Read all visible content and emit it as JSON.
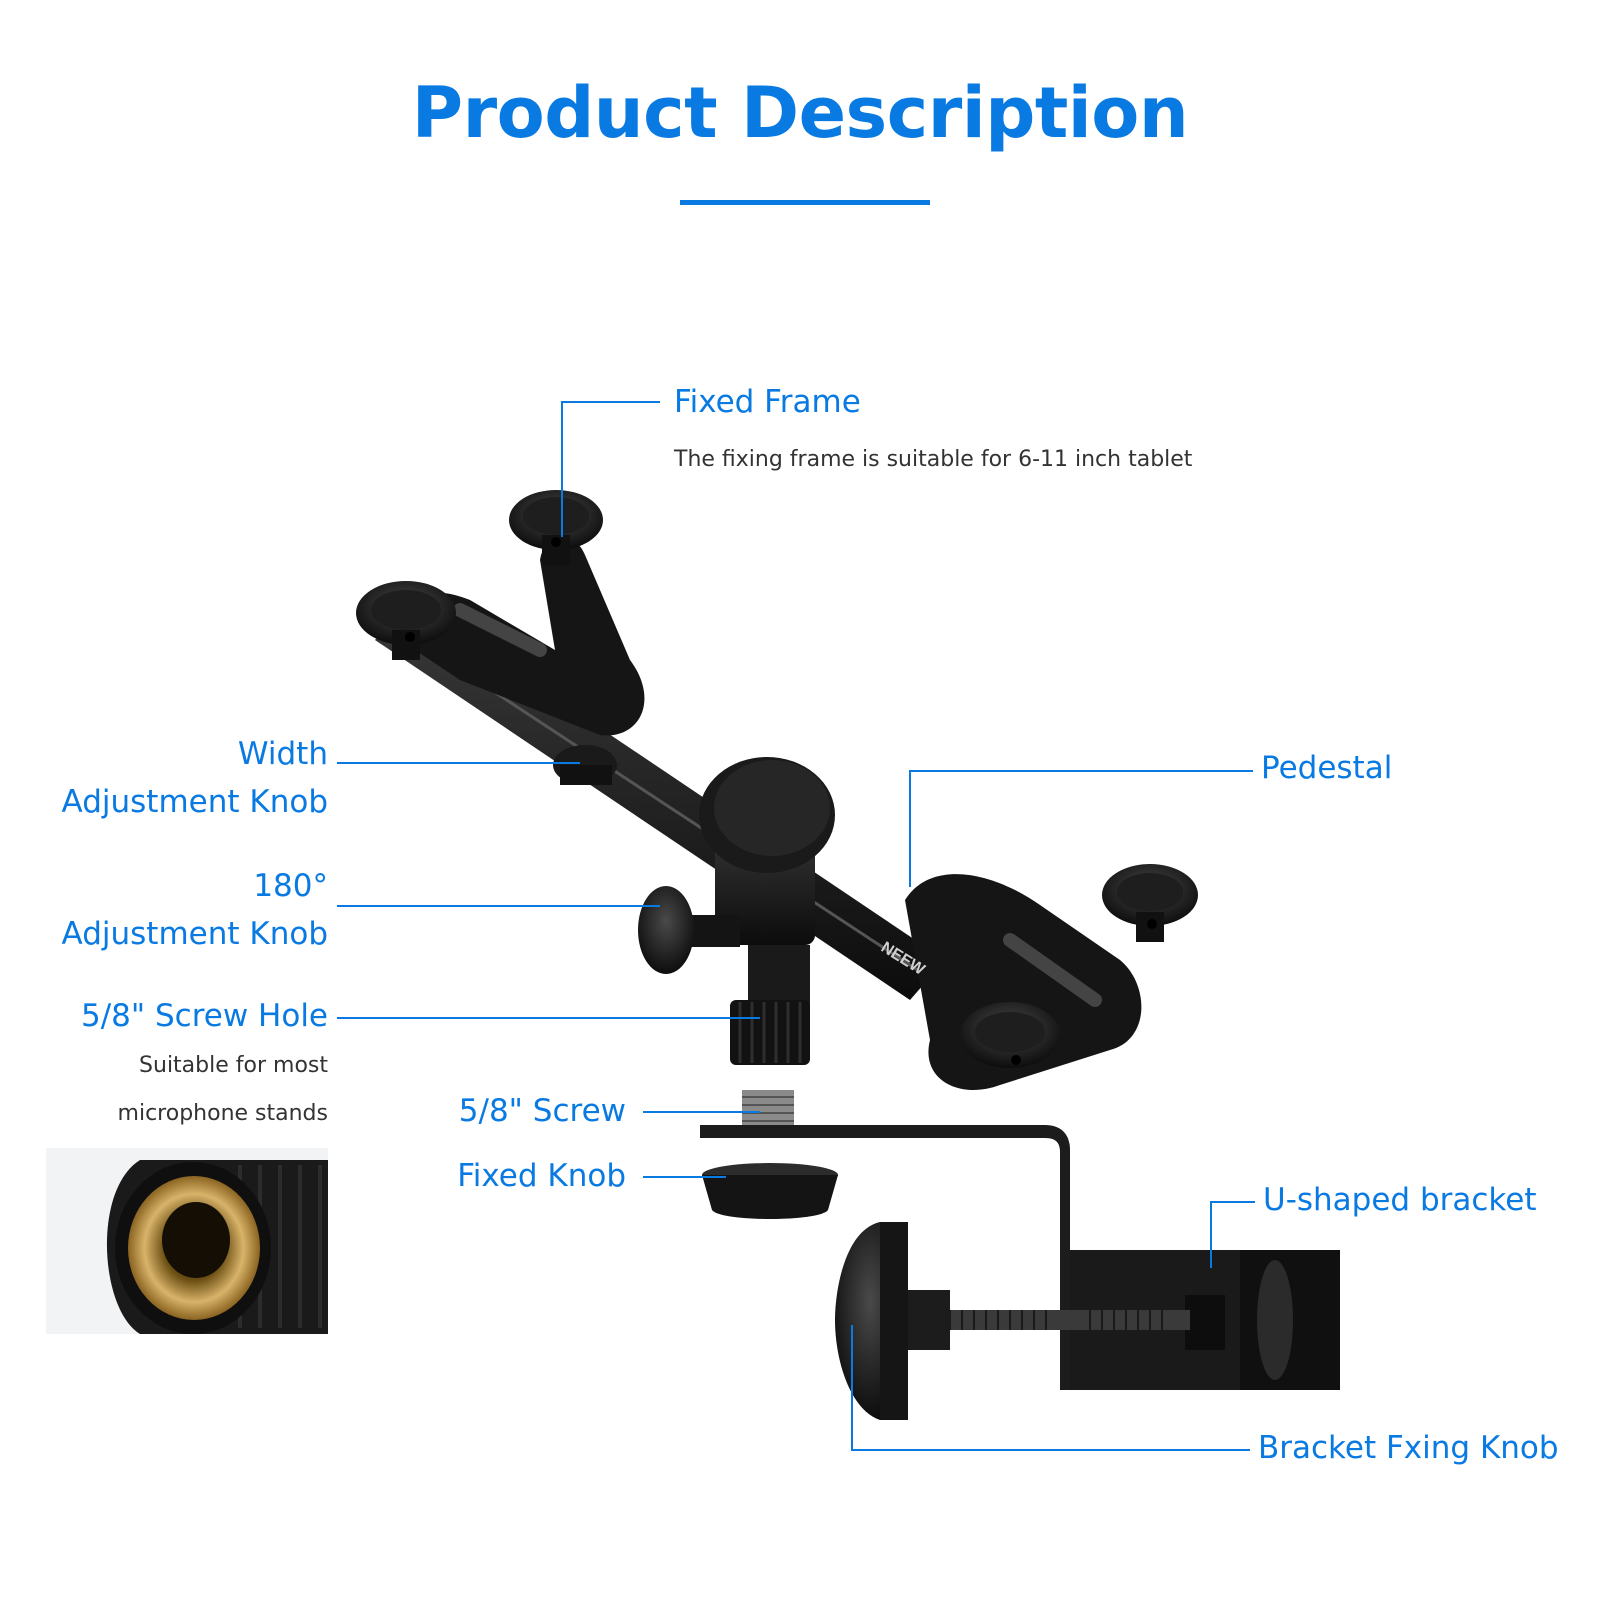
{
  "page": {
    "title": "Product Description",
    "accent_color": "#0a7ae3"
  },
  "labels": {
    "fixed_frame": "Fixed Frame",
    "fixed_frame_note": "The  fixing frame is suitable for 6-11 inch tablet",
    "width_knob_line1": "Width",
    "width_knob_line2": "Adjustment Knob",
    "pedestal": "Pedestal",
    "rot_knob_line1": "180°",
    "rot_knob_line2": "Adjustment Knob",
    "screw_hole": "5/8\" Screw Hole",
    "screw_hole_note_line1": "Suitable for most",
    "screw_hole_note_line2": "microphone stands",
    "screw": "5/8\" Screw",
    "fixed_knob": "Fixed Knob",
    "u_bracket": "U-shaped bracket",
    "bracket_knob": "Bracket Fxing Knob"
  },
  "product": {
    "brand_mark": "NEEW"
  }
}
